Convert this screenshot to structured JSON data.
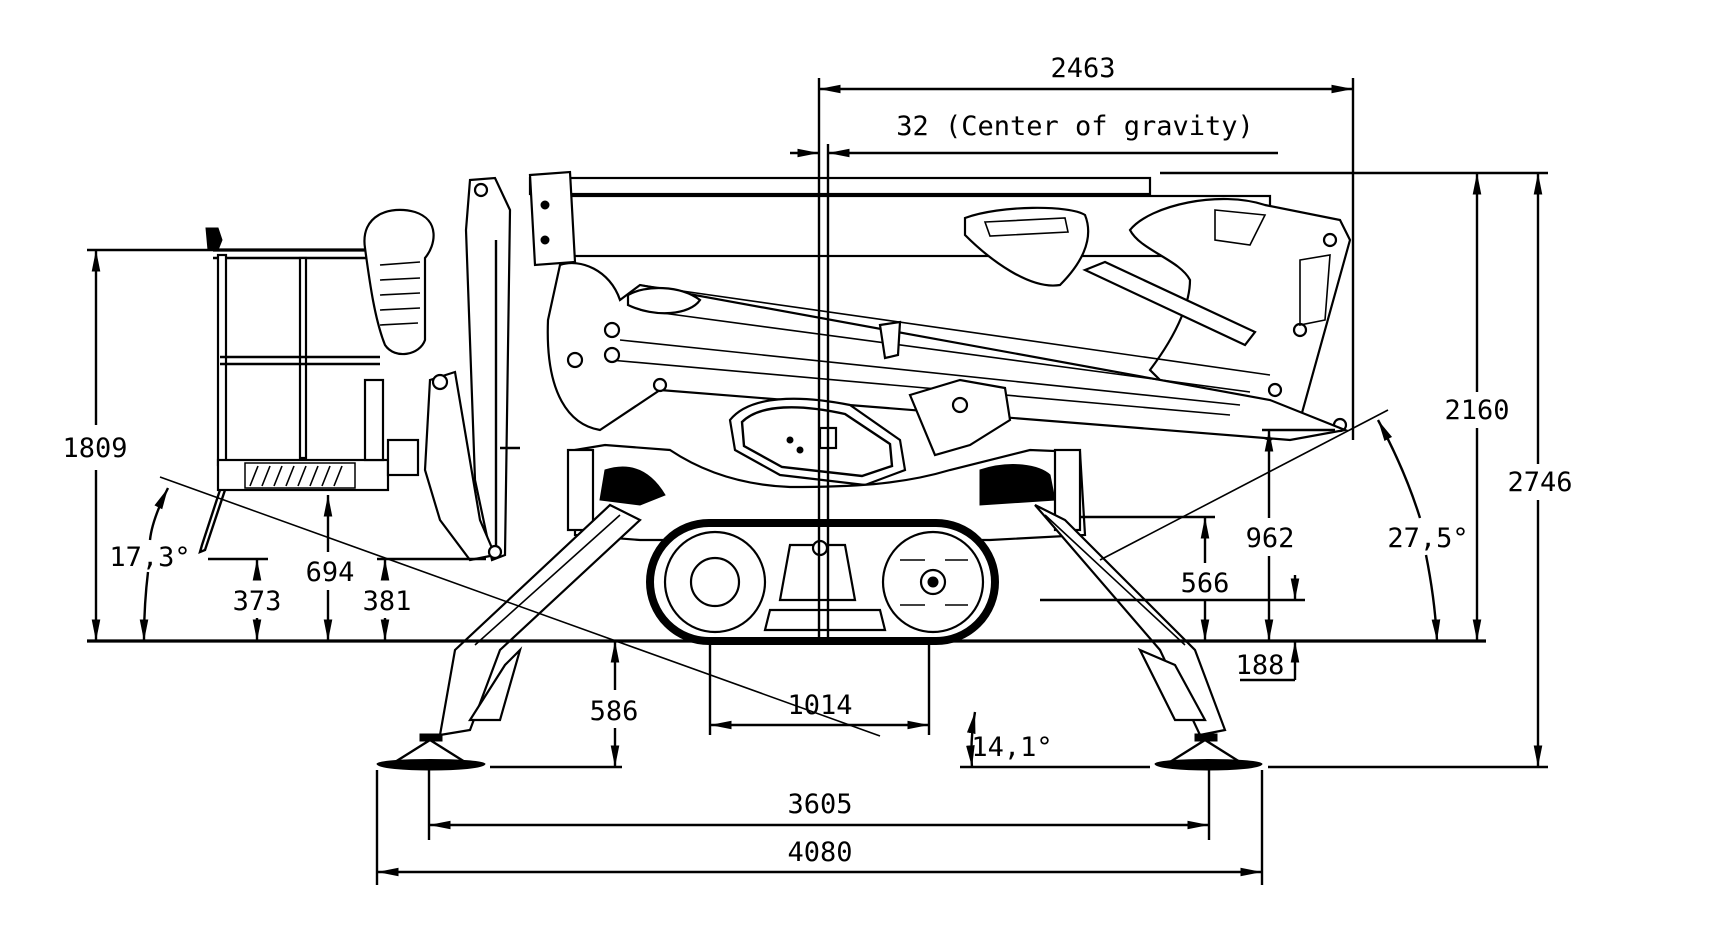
{
  "title": "Tracked spider lift side-view dimension drawing",
  "units": "mm",
  "colors": {
    "line": "#000000",
    "background": "#ffffff"
  },
  "dimensions": {
    "boom_reach_top": "2463",
    "center_of_gravity": "32 (Center of gravity)",
    "platform_height": "1809",
    "boom_top_height": "2160",
    "overall_height": "2746",
    "platform_angle": "17,3°",
    "platform_step_height": "373",
    "platform_floor_height": "694",
    "jib_bottom_height": "381",
    "boom_pivot_height": "962",
    "chassis_top_height": "566",
    "ground_clearance": "188",
    "boom_angle": "27,5°",
    "outrigger_lift": "586",
    "track_length": "1014",
    "ramp_angle": "14,1°",
    "outrigger_pad_span_inner": "3605",
    "outrigger_pad_span_overall": "4080"
  }
}
